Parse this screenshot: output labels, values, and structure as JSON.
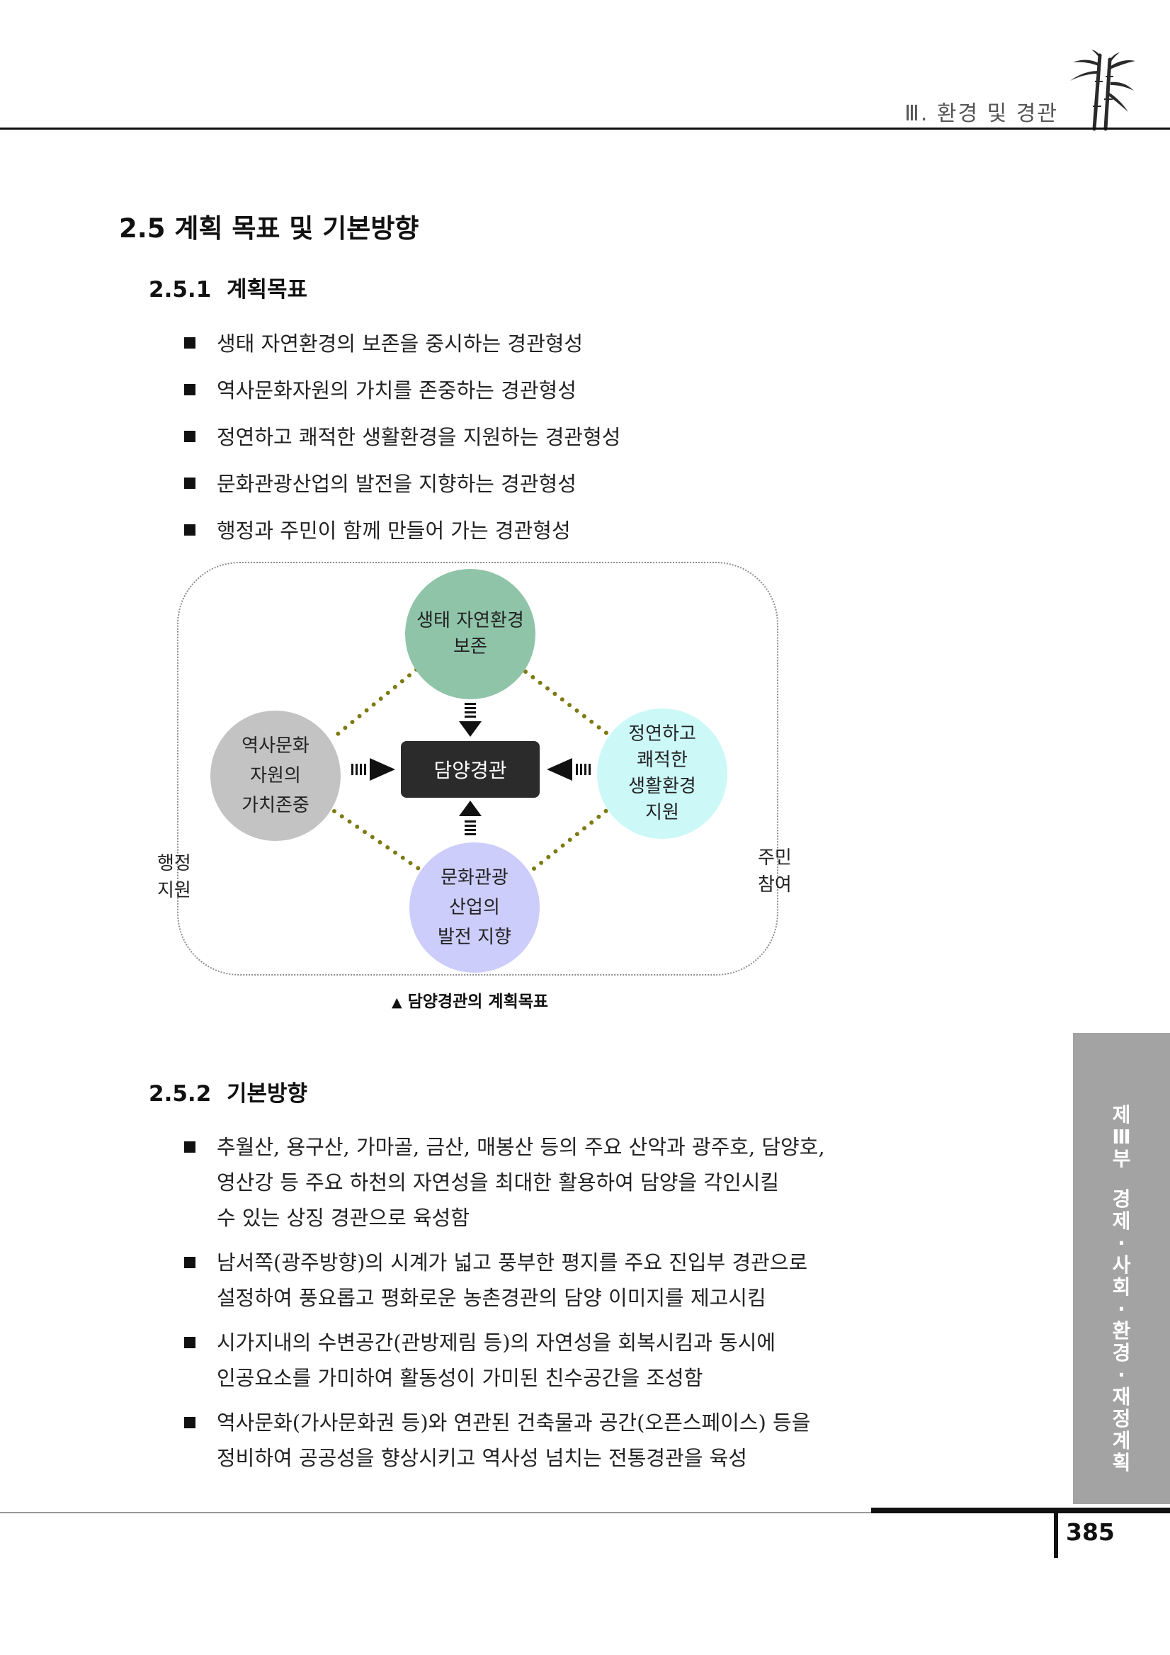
{
  "header": {
    "section_title": "Ⅲ. 환경 및 경관"
  },
  "section": {
    "title": "2.5 계획 목표 및 기본방향",
    "goals": {
      "number": "2.5.1",
      "heading": "계획목표",
      "items": [
        "생태 자연환경의 보존을 중시하는 경관형성",
        "역사문화자원의 가치를 존중하는 경관형성",
        "정연하고 쾌적한 생활환경을 지원하는 경관형성",
        "문화관광산업의 발전을 지향하는 경관형성",
        "행정과 주민이 함께 만들어 가는 경관형성"
      ]
    },
    "diagram": {
      "center": "담양경관",
      "top": [
        "생태 자연환경",
        "보존"
      ],
      "left": [
        "역사문화",
        "자원의",
        "가치존중"
      ],
      "right": [
        "정연하고",
        "쾌적한",
        "생활환경",
        "지원"
      ],
      "bottom": [
        "문화관광",
        "산업의",
        "발전 지향"
      ],
      "side_left": [
        "행정",
        "지원"
      ],
      "side_right": [
        "주민",
        "참여"
      ],
      "caption_marker": "▲",
      "caption": "담양경관의 계획목표",
      "colors": {
        "top": "#8fc4a8",
        "left": "#c3c3c3",
        "right": "#ccf8f8",
        "bottom": "#cccdfb",
        "center": "#2b2b2b",
        "connector": "#7d7a12"
      }
    },
    "directions": {
      "number": "2.5.2",
      "heading": "기본방향",
      "items": [
        [
          "추월산, 용구산, 가마골, 금산, 매봉산 등의 주요 산악과 광주호, 담양호,",
          "영산강 등 주요 하천의 자연성을 최대한 활용하여 담양을 각인시킬",
          "수 있는 상징 경관으로 육성함"
        ],
        [
          "남서쪽(광주방향)의 시계가 넓고 풍부한 평지를 주요 진입부 경관으로",
          "설정하여 풍요롭고 평화로운 농촌경관의 담양 이미지를 제고시킴"
        ],
        [
          "시가지내의 수변공간(관방제림 등)의 자연성을 회복시킴과 동시에",
          "인공요소를 가미하여 활동성이 가미된 친수공간을 조성함"
        ],
        [
          "역사문화(가사문화권 등)와 연관된 건축물과 공간(오픈스페이스) 등을",
          "정비하여 공공성을 향상시키고 역사성 넘치는 전통경관을 육성"
        ]
      ]
    }
  },
  "side_tab": [
    "제",
    "Ⅲ",
    "부",
    "",
    "경",
    "제",
    "·",
    "사",
    "회",
    "·",
    "환",
    "경",
    "·",
    "재",
    "정",
    "계",
    "획"
  ],
  "footer": {
    "page_number": "385"
  }
}
